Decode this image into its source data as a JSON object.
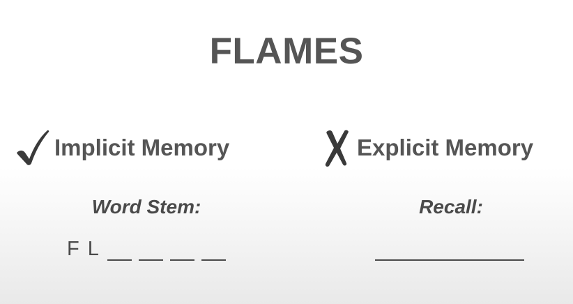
{
  "slide": {
    "title": "FLAMES",
    "implicit": {
      "heading": "Implicit Memory",
      "mark_icon": "checkmark-icon",
      "task_label": "Word Stem:",
      "stem_letters": "F L",
      "blank_count": 4
    },
    "explicit": {
      "heading": "Explicit Memory",
      "mark_icon": "x-mark-icon",
      "task_label": "Recall:"
    },
    "colors": {
      "text": "#555555",
      "mark": "#3a3a3a"
    }
  }
}
